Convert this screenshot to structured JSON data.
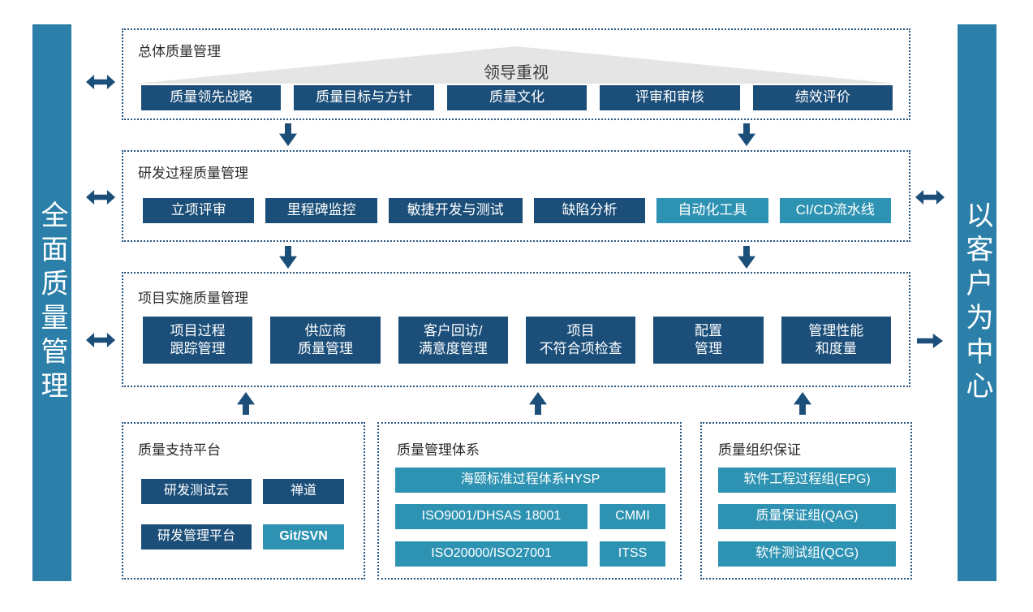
{
  "colors": {
    "navy": "#1b4e79",
    "teal": "#2e93b3",
    "sidebar_blue": "#2b7fa8",
    "triangle_gray": "#e5e5e5",
    "dotted_border": "#27567f"
  },
  "left_bar": {
    "label": "全面质量管理"
  },
  "right_bar": {
    "label": "以客户为中心"
  },
  "overall": {
    "title": "总体质量管理",
    "banner": "领导重视",
    "items": [
      "质量领先战略",
      "质量目标与方针",
      "质量文化",
      "评审和审核",
      "绩效评价"
    ]
  },
  "rd": {
    "title": "研发过程质量管理",
    "items": [
      "立项评审",
      "里程碑监控",
      "敏捷开发与测试",
      "缺陷分析",
      "自动化工具",
      "CI/CD流水线"
    ]
  },
  "impl": {
    "title": "项目实施质量管理",
    "items": [
      "项目过程\n跟踪管理",
      "供应商\n质量管理",
      "客户回访/\n满意度管理",
      "项目\n不符合项检查",
      "配置\n管理",
      "管理性能\n和度量"
    ]
  },
  "support": {
    "title": "质量支持平台",
    "items": [
      "研发测试云",
      "禅道",
      "研发管理平台",
      "Git/SVN"
    ]
  },
  "system": {
    "title": "质量管理体系",
    "items": [
      "海颐标准过程体系HYSP",
      "ISO9001/DHSAS 18001",
      "CMMI",
      "ISO20000/ISO27001",
      "ITSS"
    ]
  },
  "org": {
    "title": "质量组织保证",
    "items": [
      "软件工程过程组(EPG)",
      "质量保证组(QAG)",
      "软件测试组(QCG)"
    ]
  }
}
